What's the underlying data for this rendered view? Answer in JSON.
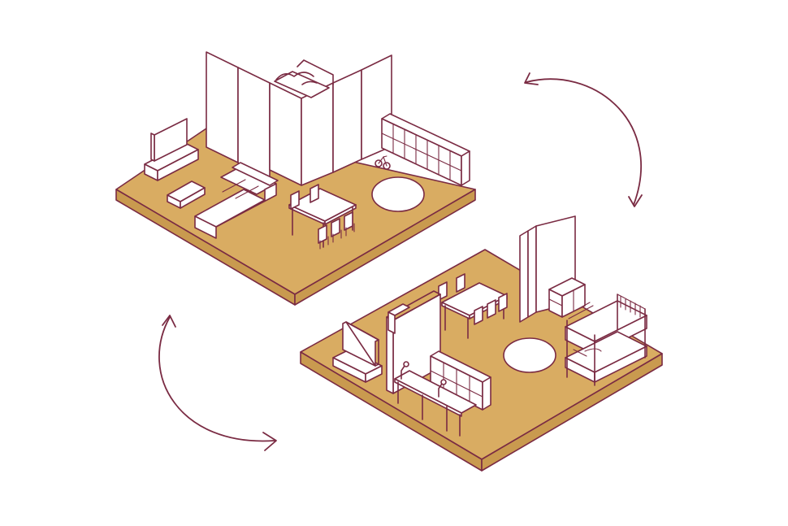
{
  "illustration": {
    "caption": "",
    "colors": {
      "floor_top": "#d9ac62",
      "floor_side": "#c99a4f",
      "ink": "#7a2b43",
      "furniture": "#ffffff"
    },
    "top_plan": {
      "name": "open-living-layout",
      "items": [
        "partition-screens",
        "bed",
        "tv-stand",
        "sectional-sofa",
        "bench",
        "dining-table",
        "chairs",
        "cube-shelf",
        "round-rug",
        "toy-bike"
      ]
    },
    "bottom_plan": {
      "name": "divided-family-layout",
      "items": [
        "folding-screen",
        "low-shelf",
        "bunk-bed",
        "dining-table",
        "chairs",
        "tv-stand",
        "partition-wall",
        "desk",
        "desk-lamps",
        "cube-shelf",
        "round-rug"
      ]
    },
    "arrows": [
      "clockwise-arrow-right",
      "clockwise-arrow-left"
    ]
  }
}
